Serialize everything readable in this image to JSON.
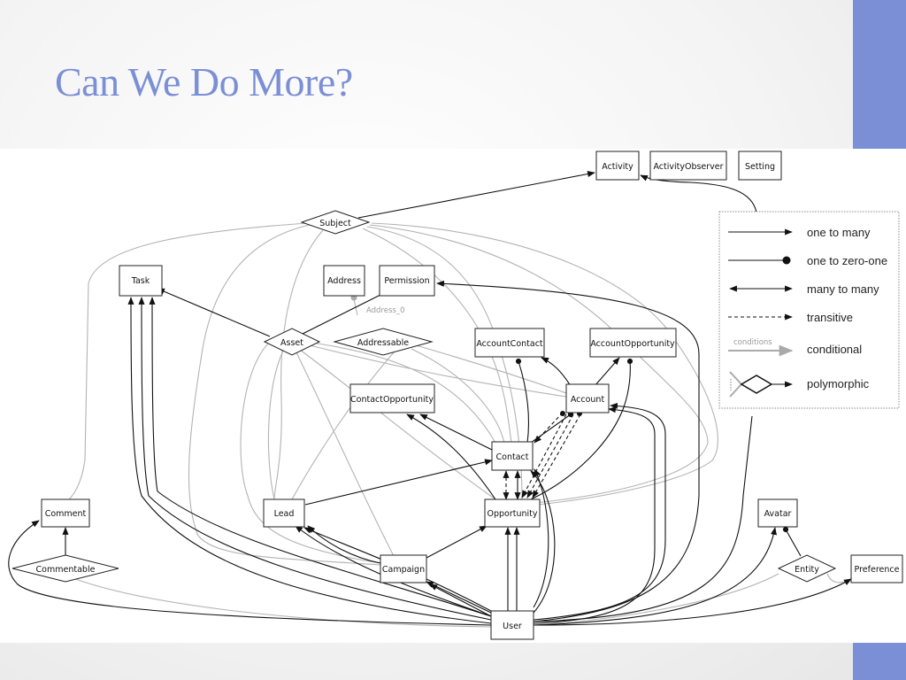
{
  "slide": {
    "title": "Can We Do More?",
    "accent_color": "#7b8fd6"
  },
  "diagram": {
    "nodes": {
      "activity": "Activity",
      "activityobserver": "ActivityObserver",
      "setting": "Setting",
      "subject": "Subject",
      "task": "Task",
      "address": "Address",
      "permission": "Permission",
      "address0": "Address_0",
      "asset": "Asset",
      "addressable": "Addressable",
      "accountcontact": "AccountContact",
      "accountopportunity": "AccountOpportunity",
      "contactopportunity": "ContactOpportunity",
      "account": "Account",
      "contact": "Contact",
      "comment": "Comment",
      "lead": "Lead",
      "opportunity": "Opportunity",
      "avatar": "Avatar",
      "commentable": "Commentable",
      "campaign": "Campaign",
      "entity": "Entity",
      "preference": "Preference",
      "user": "User"
    },
    "legend": {
      "one_to_many": "one to many",
      "one_to_zero_one": "one to zero-one",
      "many_to_many": "many to many",
      "transitive": "transitive",
      "conditional": "conditional",
      "conditions_label": "conditions",
      "polymorphic": "polymorphic"
    }
  }
}
